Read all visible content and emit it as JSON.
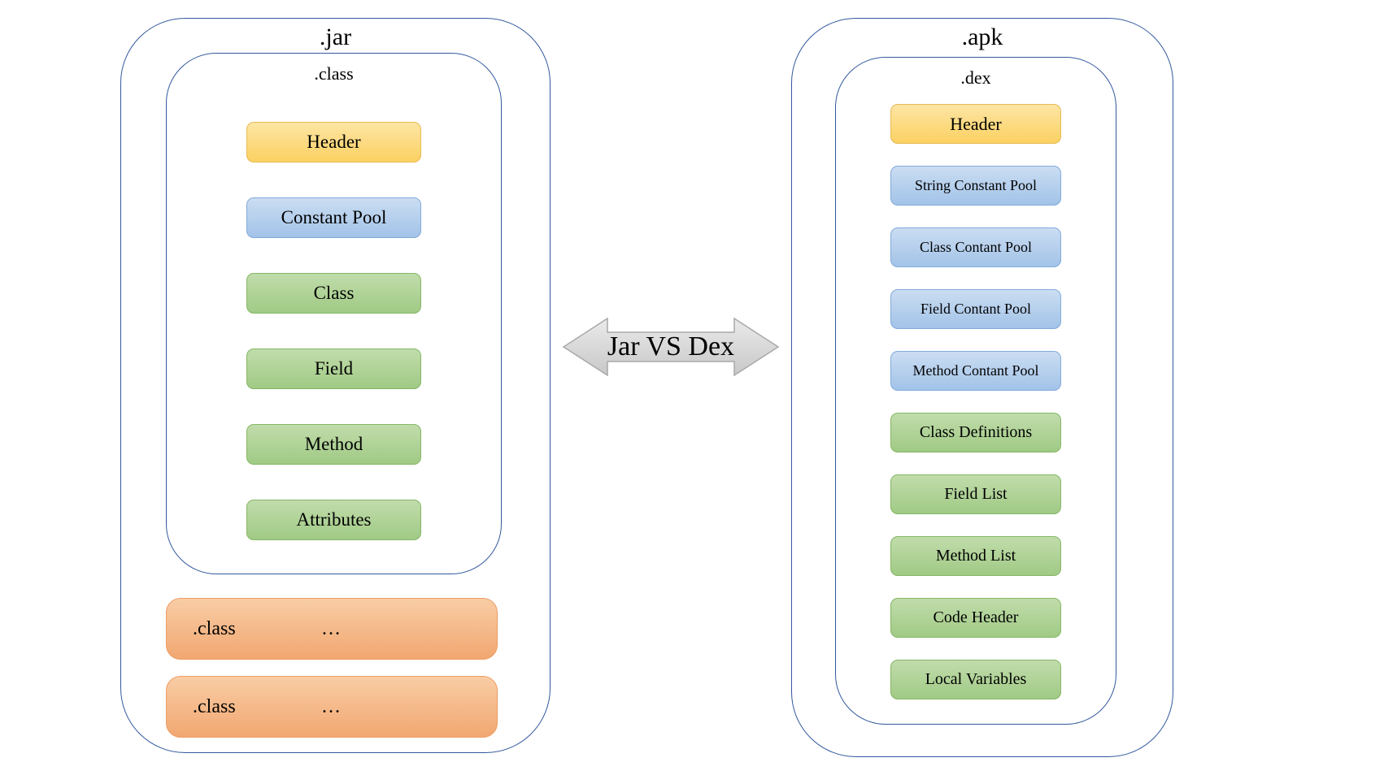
{
  "palette": {
    "container_line": "#33599E",
    "text": "#000000",
    "yellow_top": "#FDE5A4",
    "yellow_bottom": "#FBD162",
    "yellow_border": "#E8BA55",
    "blue_top": "#CBDDF2",
    "blue_bottom": "#A2C3E8",
    "blue_border": "#82ABDB",
    "green_top": "#C1DCAB",
    "green_bottom": "#A0CA85",
    "green_border": "#85B765",
    "salmon_top": "#F9CDA5",
    "salmon_bottom": "#F1A771",
    "salmon_border": "#EE9C63",
    "arrow_top": "#EAEAEA",
    "arrow_bottom": "#C8C8C8",
    "arrow_border": "#A9A9A9"
  },
  "left": {
    "title": ".jar",
    "inner_title": ".class",
    "boxes": [
      {
        "label": "Header",
        "color": "yellow"
      },
      {
        "label": "Constant Pool",
        "color": "blue"
      },
      {
        "label": "Class",
        "color": "green"
      },
      {
        "label": "Field",
        "color": "green"
      },
      {
        "label": "Method",
        "color": "green"
      },
      {
        "label": "Attributes",
        "color": "green"
      }
    ],
    "extra_items": [
      {
        "label": ".class",
        "dots": "…"
      },
      {
        "label": ".class",
        "dots": "…"
      }
    ]
  },
  "center": {
    "label": "Jar VS Dex"
  },
  "right": {
    "title": ".apk",
    "inner_title": ".dex",
    "boxes": [
      {
        "label": "Header",
        "color": "yellow"
      },
      {
        "label": "String Constant Pool",
        "color": "blue"
      },
      {
        "label": "Class Contant Pool",
        "color": "blue"
      },
      {
        "label": "Field Contant Pool",
        "color": "blue"
      },
      {
        "label": "Method Contant Pool",
        "color": "blue"
      },
      {
        "label": "Class Definitions",
        "color": "green"
      },
      {
        "label": "Field List",
        "color": "green"
      },
      {
        "label": "Method List",
        "color": "green"
      },
      {
        "label": "Code Header",
        "color": "green"
      },
      {
        "label": "Local Variables",
        "color": "green"
      }
    ]
  }
}
